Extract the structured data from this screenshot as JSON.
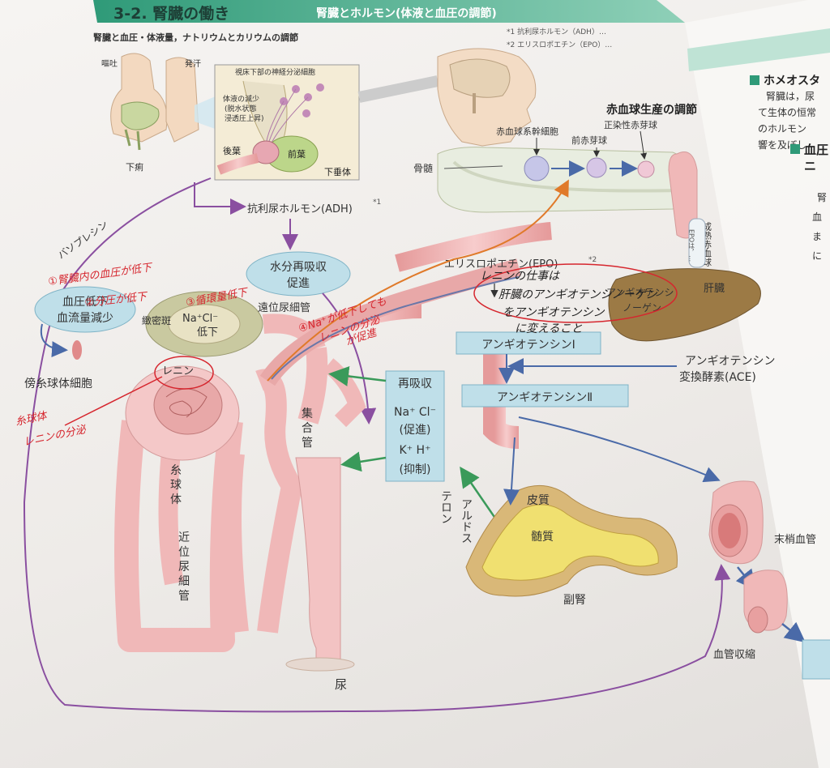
{
  "header": {
    "title": "3-2. 腎臓の働き",
    "subtitle": "腎臓とホルモン(体液と血圧の調節)",
    "diagram_caption": "腎臓と血圧・体液量，ナトリウムとカリウムの調節",
    "footnote_1": "*1 抗利尿ホルモン（ADH）…",
    "footnote_2": "*2 エリスロポエチン（EPO）…"
  },
  "side_panel": {
    "heading_1": "ホメオスタ",
    "body_line_1": "腎臓は，尿",
    "body_line_2": "て生体の恒常",
    "body_line_3": "のホルモン",
    "body_line_4": "響を及ぼし",
    "heading_2a": "血圧",
    "heading_2b": "ニ",
    "col_1": "腎",
    "col_2": "血",
    "col_3": "ま",
    "col_4": "に"
  },
  "labels": {
    "vomit": "嘔吐",
    "sweat": "発汗",
    "diarrhea": "下痢",
    "hypothalamus_cells": "視床下部の神経分泌細胞",
    "fluid_decrease": "体液の減少",
    "fluid_note_1": "(脱水状態",
    "fluid_note_2": "浸透圧上昇)",
    "posterior_lobe": "後葉",
    "anterior_lobe": "前葉",
    "pituitary": "下垂体",
    "adh": "抗利尿ホルモン(ADH)",
    "adh_mark": "*1",
    "water_reabsorb_1": "水分再吸収",
    "water_reabsorb_2": "促進",
    "vasopressin": "バソプレシン",
    "bp_drop_1": "血圧低下",
    "bp_drop_2": "血流量減少",
    "macula_densa": "緻密斑",
    "na_cl": "Na⁺Cl⁻",
    "decrease": "低下",
    "distal_tubule": "遠位尿細管",
    "jg_cells": "傍糸球体細胞",
    "renin": "レニン",
    "glomerulus_1": "糸",
    "glomerulus_2": "球",
    "glomerulus_3": "体",
    "proximal_1": "近",
    "proximal_2": "位",
    "proximal_3": "尿",
    "proximal_4": "細",
    "proximal_5": "管",
    "collecting_1": "集",
    "collecting_2": "合",
    "collecting_3": "管",
    "urine": "尿",
    "reabsorb_title": "再吸収",
    "reabsorb_1": "Na⁺ Cl⁻",
    "reabsorb_2": "(促進)",
    "reabsorb_3": "K⁺ H⁺",
    "reabsorb_4": "(抑制)",
    "aldosterone_1": "アルドス",
    "aldosterone_2": "テロン",
    "cortex": "皮質",
    "medulla": "髄質",
    "adrenal": "副腎",
    "rbc_production": "赤血球生産の調節",
    "stem_cell": "赤血球系幹細胞",
    "proerythroblast": "前赤芽球",
    "normoblast": "正染性赤芽球",
    "bone_marrow": "骨髄",
    "mature_rbc": "成熟赤血球",
    "epo": "エリスロポエチン(EPO)",
    "epo_mark": "*2",
    "epo_note": "EPOは，…",
    "liver": "肝臓",
    "angiotensinogen_1": "アンギオテンシ",
    "angiotensinogen_2": "ノーゲン",
    "angiotensin_1": "アンギオテンシンⅠ",
    "angiotensin_2": "アンギオテンシンⅡ",
    "ace_1": "アンギオテンシン",
    "ace_2": "変換酵素(ACE)",
    "peripheral": "末梢血管",
    "vasoconstriction": "血管収縮"
  },
  "handwritten": {
    "red_1": "①腎臓内の血圧が低下",
    "red_2": "②分圧が低下",
    "red_3": "③循環量低下",
    "red_4": "④Na⁺が低下しても",
    "red_5": "レニンの分泌",
    "red_6": "が促進",
    "red_7": "糸球体",
    "red_8": "レニンの分泌",
    "black_1": "レニンの仕事は",
    "black_2": "肝臓のアンギオテンシノーゲン",
    "black_3": "をアンギオテンシン",
    "black_4": "に変えること"
  },
  "colors": {
    "header_band": "#2f9a78",
    "box_fill": "#bfdfe9",
    "tube_pink": "#f0b8b8",
    "arrow_blue": "#4a6aa8",
    "arrow_purple": "#8a4fa0",
    "arrow_green": "#3a9a5a",
    "arrow_orange": "#e07a2a",
    "ink_red": "#d6262e",
    "liver_brown": "#9c7a45"
  }
}
